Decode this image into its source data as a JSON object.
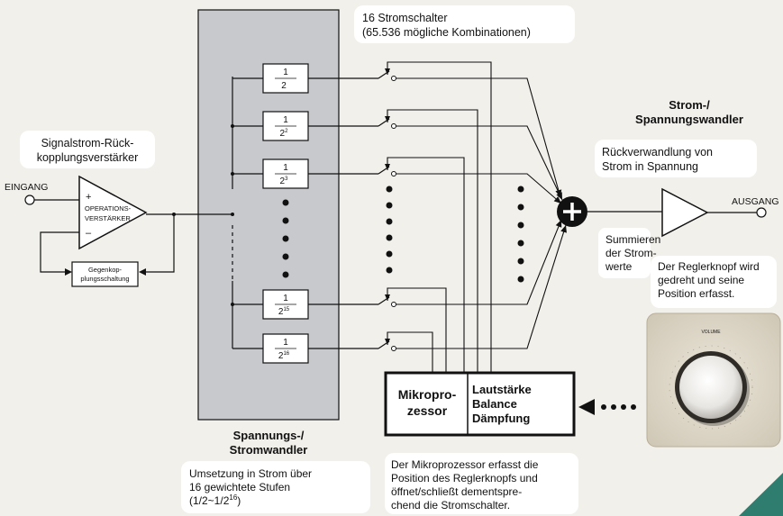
{
  "labels": {
    "switches_title_1": "16 Stromschalter",
    "switches_title_2": "(65.536 mögliche Kombinationen)",
    "converter_title_1": "Strom-/",
    "converter_title_2": "Spannungswandler",
    "converter_desc_1": "Rückverwandlung von",
    "converter_desc_2": "Strom in Spannung",
    "amp_title_1": "Signalstrom-Rück-",
    "amp_title_2": "kopplungsverstärker",
    "input": "EINGANG",
    "output": "AUSGANG",
    "opamp_plus": "+",
    "opamp_minus": "–",
    "opamp_1": "OPERATIONS-",
    "opamp_2": "VERSTÄRKER",
    "feedback_1": "Gegenkop-",
    "feedback_2": "plungsschaltung",
    "sum_1": "Summieren",
    "sum_2": "der Strom-",
    "sum_3": "werte",
    "knob_desc_1": "Der Reglerknopf wird",
    "knob_desc_2": "gedreht und seine",
    "knob_desc_3": "Position erfasst.",
    "mcu_1": "Mikropro-",
    "mcu_2": "zessor",
    "mcu_r1": "Lautstärke",
    "mcu_r2": "Balance",
    "mcu_r3": "Dämpfung",
    "vi_title_1": "Spannungs-/",
    "vi_title_2": "Stromwandler",
    "vi_desc_1": "Umsetzung in Strom über",
    "vi_desc_2": "16 gewichtete Stufen",
    "vi_desc_3": "(1/2~1/2",
    "vi_desc_3_sup": "16",
    "vi_desc_3_end": ")",
    "mcu_desc_1": "Der Mikroprozessor erfasst die",
    "mcu_desc_2": "Position des Reglerknopfs und",
    "mcu_desc_3": "öffnet/schließt dementspre-",
    "mcu_desc_4": "chend die Stromschalter.",
    "knob_label": "VOLUME"
  },
  "stages": [
    {
      "num": "1",
      "den": "2",
      "exp": ""
    },
    {
      "num": "1",
      "den": "2",
      "exp": "2"
    },
    {
      "num": "1",
      "den": "2",
      "exp": "3"
    },
    {
      "num": "1",
      "den": "2",
      "exp": "15"
    },
    {
      "num": "1",
      "den": "2",
      "exp": "16"
    }
  ],
  "colors": {
    "background": "#f2f0ea",
    "converter_panel": "#c7c9cc",
    "line": "#111111",
    "callout": "#ffffff",
    "knob_panel": "#ddd6c6"
  }
}
